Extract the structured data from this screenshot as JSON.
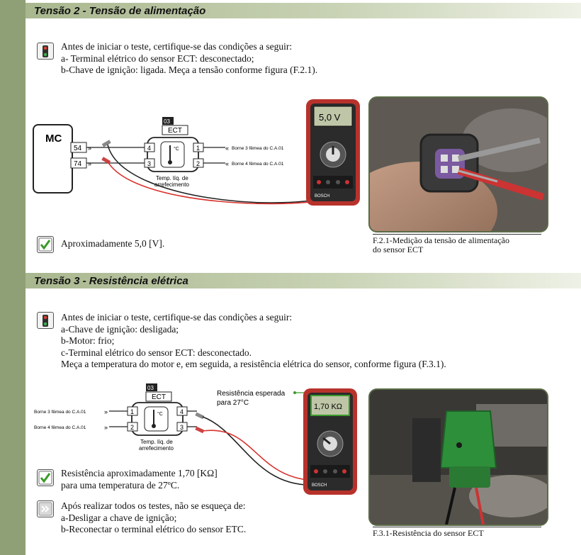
{
  "section2": {
    "title": "Tensão 2 - Tensão de alimentação",
    "intro": [
      "Antes de iniciar o teste, certifique-se das condições a seguir:",
      "a- Terminal elétrico do sensor ECT: desconectado;",
      "b-Chave de ignição: ligada. Meça a tensão conforme figura (F.2.1)."
    ],
    "diagram": {
      "mc_label": "MC",
      "pin_a": "54",
      "pin_b": "74",
      "component_code": "03",
      "component_name": "ECT",
      "temp_unit": "°C",
      "component_caption_1": "Temp. líq. de",
      "component_caption_2": "arrefecimento",
      "terminals_left": [
        "4",
        "3"
      ],
      "terminals_right": [
        "1",
        "2"
      ],
      "borne_top": "Borne 3 fêmea do C.A.01",
      "borne_bottom": "Borne 4 fêmea do C.A.01",
      "meter_reading": "5,0 V",
      "meter_brand": "BOSCH"
    },
    "result": "Aproximadamente 5,0 [V].",
    "caption_1": "F.2.1-Medição da tensão de alimentação",
    "caption_2": "do sensor ECT"
  },
  "section3": {
    "title": "Tensão 3 - Resistência elétrica",
    "intro": [
      "Antes de iniciar o teste, certifique-se das condições a seguir:",
      "a-Chave de ignição: desligada;",
      "b-Motor: frio;",
      "c-Terminal elétrico do sensor ECT: desconectado.",
      "Meça a temperatura do motor e, em seguida, a resistência elétrica do sensor, conforme figura (F.3.1)."
    ],
    "diagram": {
      "component_code": "03",
      "component_name": "ECT",
      "temp_unit": "°C",
      "component_caption_1": "Temp. líq. de",
      "component_caption_2": "arrefecimento",
      "borne_top": "Borne 3 fêmea do C.A.01",
      "borne_bottom": "Borne 4 fêmea do C.A.01",
      "terminals_left": [
        "1",
        "2"
      ],
      "terminals_right": [
        "4",
        "3"
      ],
      "expected_label_1": "Resistência esperada",
      "expected_label_2": "para 27°C",
      "meter_reading": "1,70 KΩ",
      "meter_brand": "BOSCH"
    },
    "result_1": "Resistência aproximadamente 1,70 [KΩ]",
    "result_2": "para uma temperatura de 27ºC.",
    "final_notes": [
      "Após realizar todos os testes, não se esqueça de:",
      "a-Desligar a chave de ignição;",
      "b-Reconectar o terminal elétrico do sensor ETC."
    ],
    "caption": "F.3.1-Resistência do sensor ECT"
  },
  "colors": {
    "sidebar": "#8f9f76",
    "check": "#3a9a2a",
    "meter_body": "#b8322c",
    "probe_red": "#d8322c",
    "sensor_green": "#2e8f3a"
  },
  "icons": [
    "traffic-light-icon",
    "checkmark-icon",
    "notes-icon",
    "multimeter-icon"
  ]
}
